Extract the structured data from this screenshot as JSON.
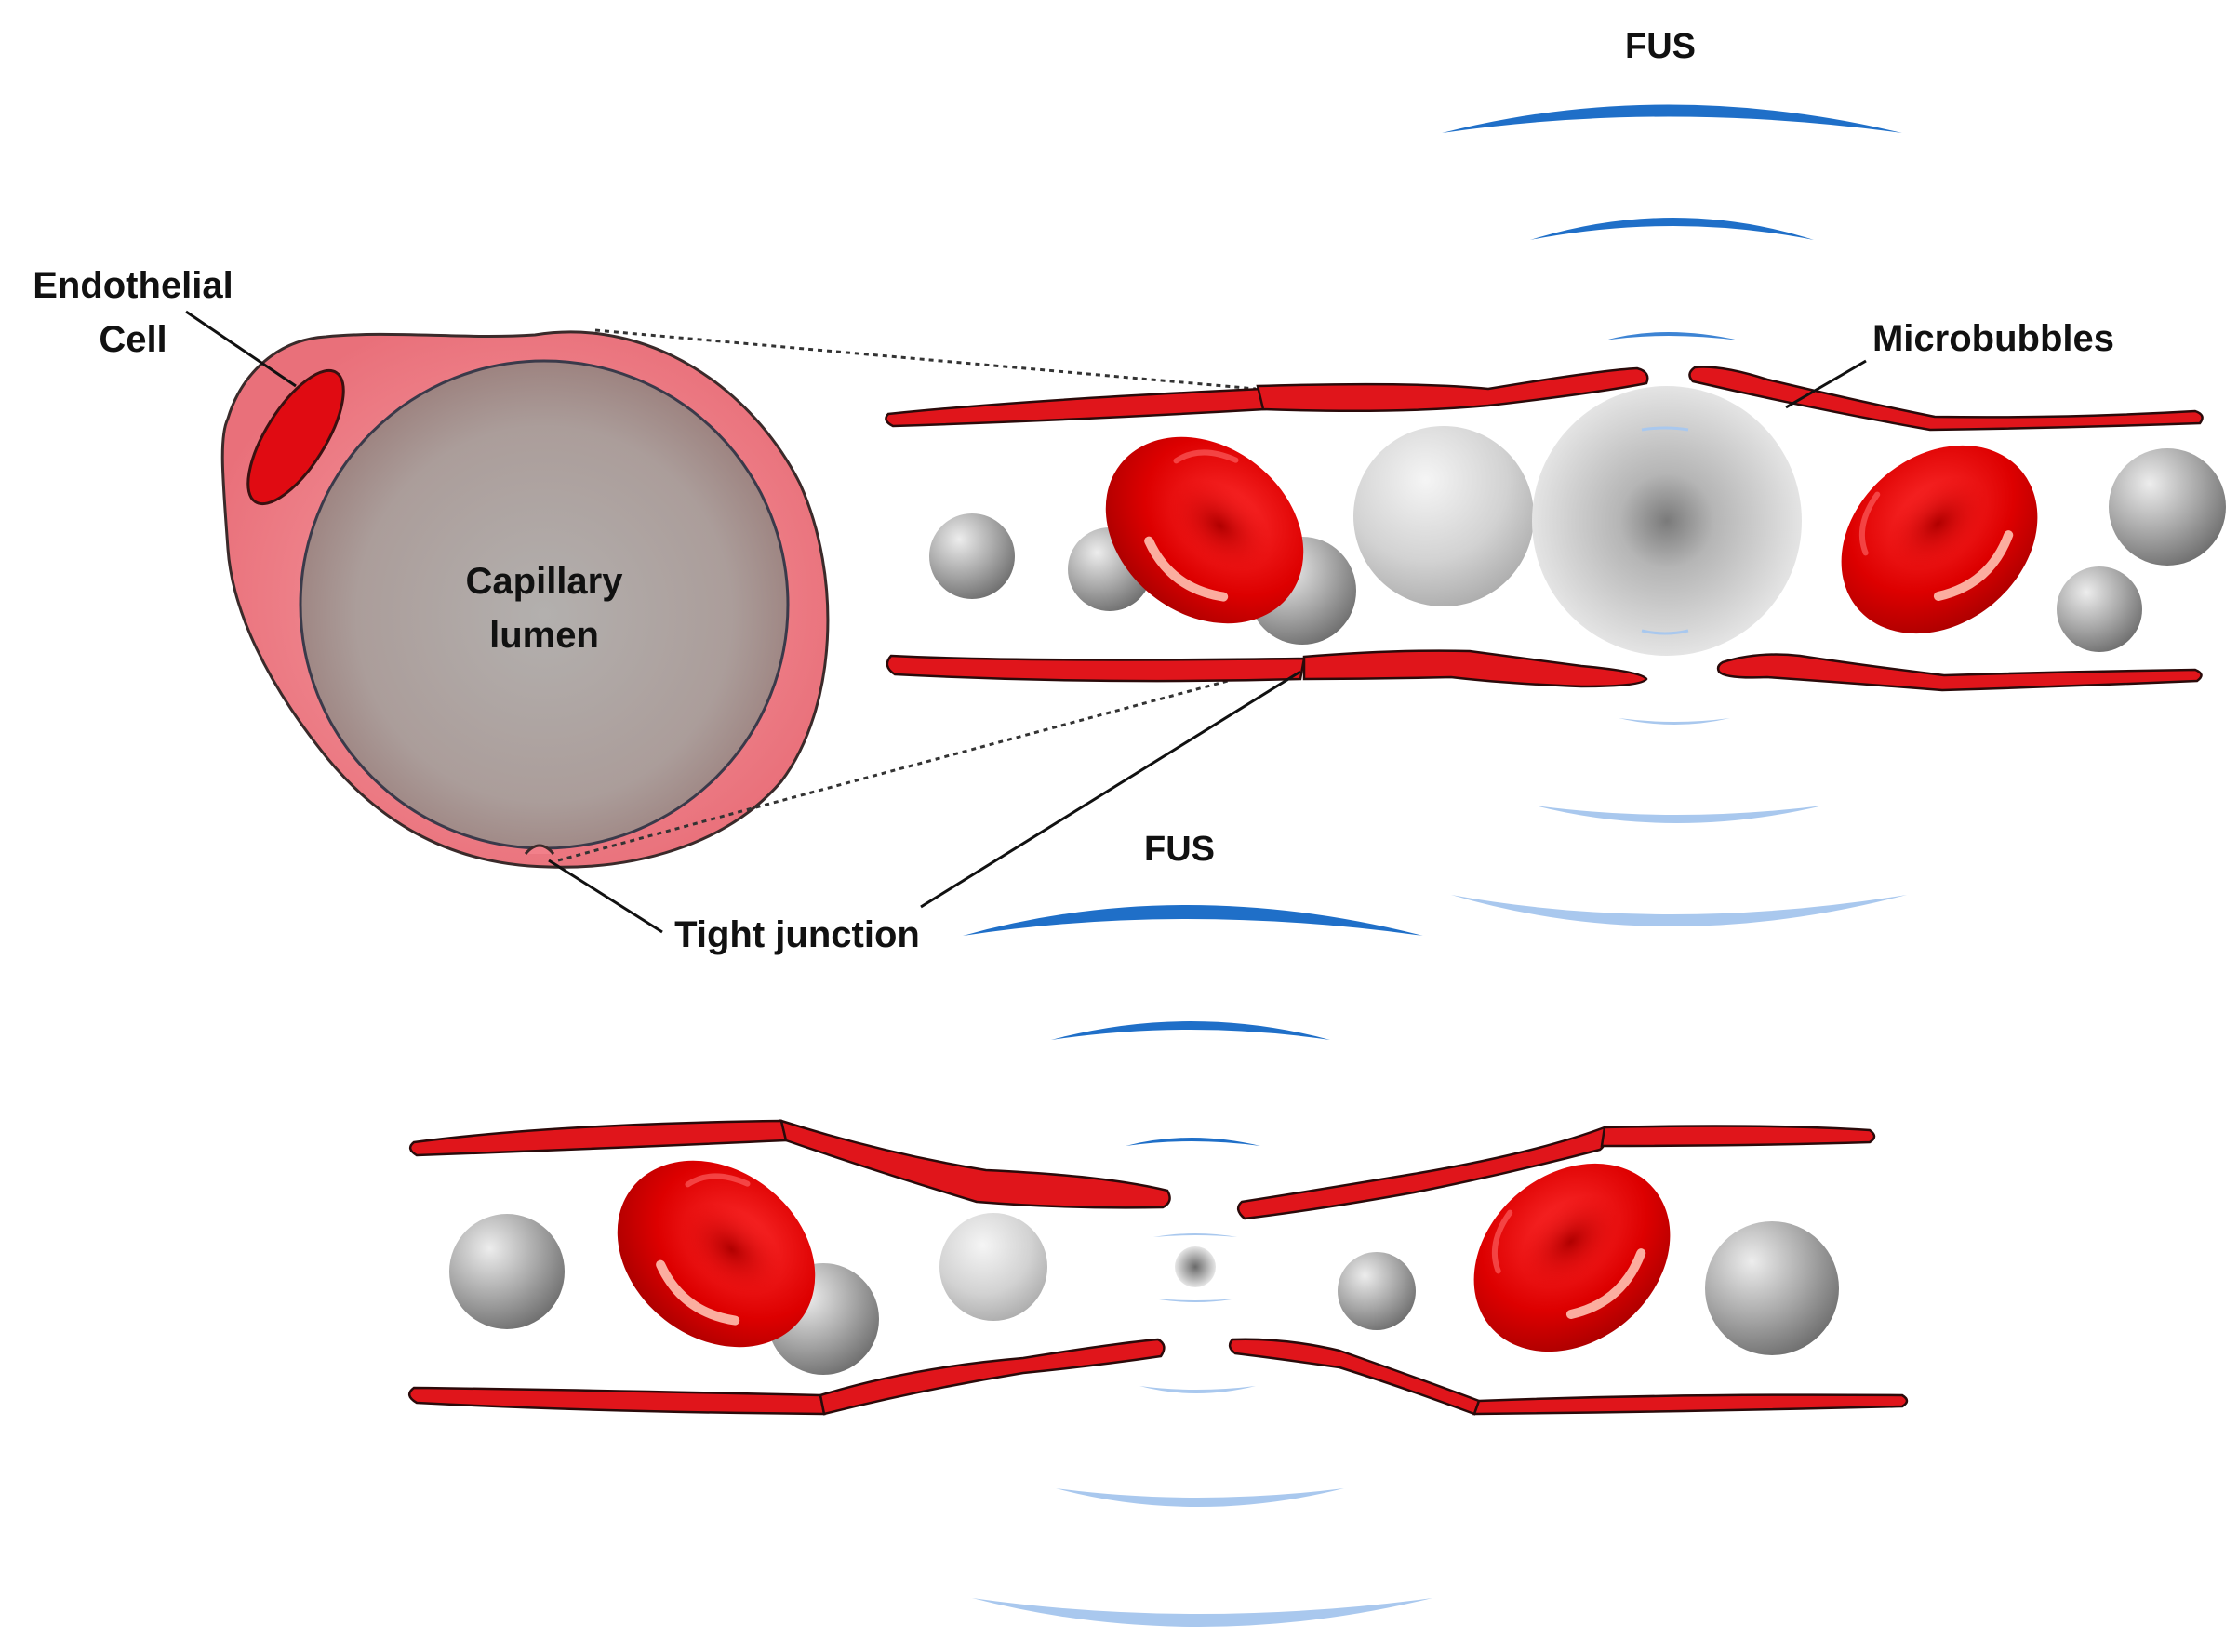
{
  "labels": {
    "endothelial_line1": "Endothelial",
    "endothelial_line2": "Cell",
    "capillary_line1": "Capillary",
    "capillary_line2": "lumen",
    "tight_junction": "Tight junction",
    "microbubbles": "Microbubbles",
    "fus_top": "FUS",
    "fus_bottom": "FUS"
  },
  "colors": {
    "endothelium": "#e0151b",
    "endothelium_light": "#f2808a",
    "red_blood_cell": "#e00000",
    "microbubble": "#9a9a9a",
    "fus_wave_dark": "#1f6fc8",
    "fus_wave_light": "#a9c8ee",
    "lumen": "#b7a9a6"
  }
}
